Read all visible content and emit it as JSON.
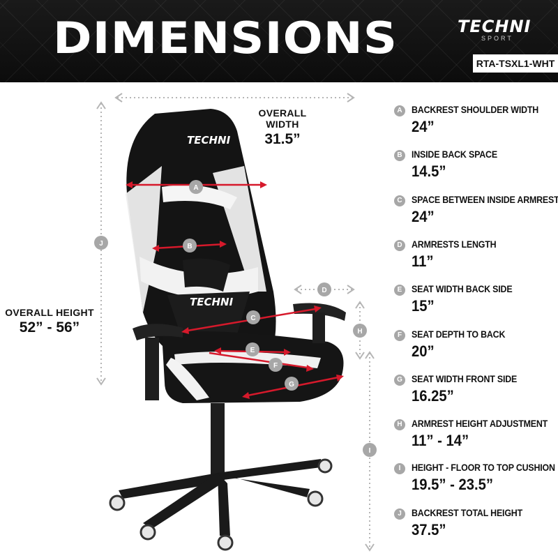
{
  "header": {
    "title": "DIMENSIONS",
    "brand_main": "TECHNI",
    "brand_sub": "SPORT",
    "sku": "RTA-TSXL1-WHT"
  },
  "overall_width": {
    "label": "OVERALL WIDTH",
    "value": "31.5”"
  },
  "overall_height": {
    "label": "OVERALL HEIGHT",
    "value": "52” - 56”"
  },
  "chair_badges": [
    "A",
    "B",
    "C",
    "D",
    "E",
    "F",
    "G",
    "H",
    "I",
    "J"
  ],
  "logo_on_chair": "TECHNI",
  "specs": [
    {
      "letter": "A",
      "label": "BACKREST SHOULDER WIDTH",
      "value": "24”"
    },
    {
      "letter": "B",
      "label": "INSIDE BACK SPACE",
      "value": "14.5”"
    },
    {
      "letter": "C",
      "label": "SPACE BETWEEN INSIDE ARMRESTS",
      "value": "24”"
    },
    {
      "letter": "D",
      "label": "ARMRESTS LENGTH",
      "value": "11”"
    },
    {
      "letter": "E",
      "label": "SEAT WIDTH BACK SIDE",
      "value": "15”"
    },
    {
      "letter": "F",
      "label": "SEAT DEPTH TO BACK",
      "value": "20”"
    },
    {
      "letter": "G",
      "label": "SEAT WIDTH FRONT SIDE",
      "value": "16.25”"
    },
    {
      "letter": "H",
      "label": "ARMREST HEIGHT ADJUSTMENT",
      "value": "11” - 14”"
    },
    {
      "letter": "I",
      "label": "HEIGHT - FLOOR TO TOP CUSHION",
      "value": "19.5” - 23.5”"
    },
    {
      "letter": "J",
      "label": "BACKREST TOTAL HEIGHT",
      "value": "37.5”"
    }
  ],
  "colors": {
    "header_bg": "#111111",
    "accent_red": "#d6192b",
    "badge_grey": "#a7a7a7"
  }
}
